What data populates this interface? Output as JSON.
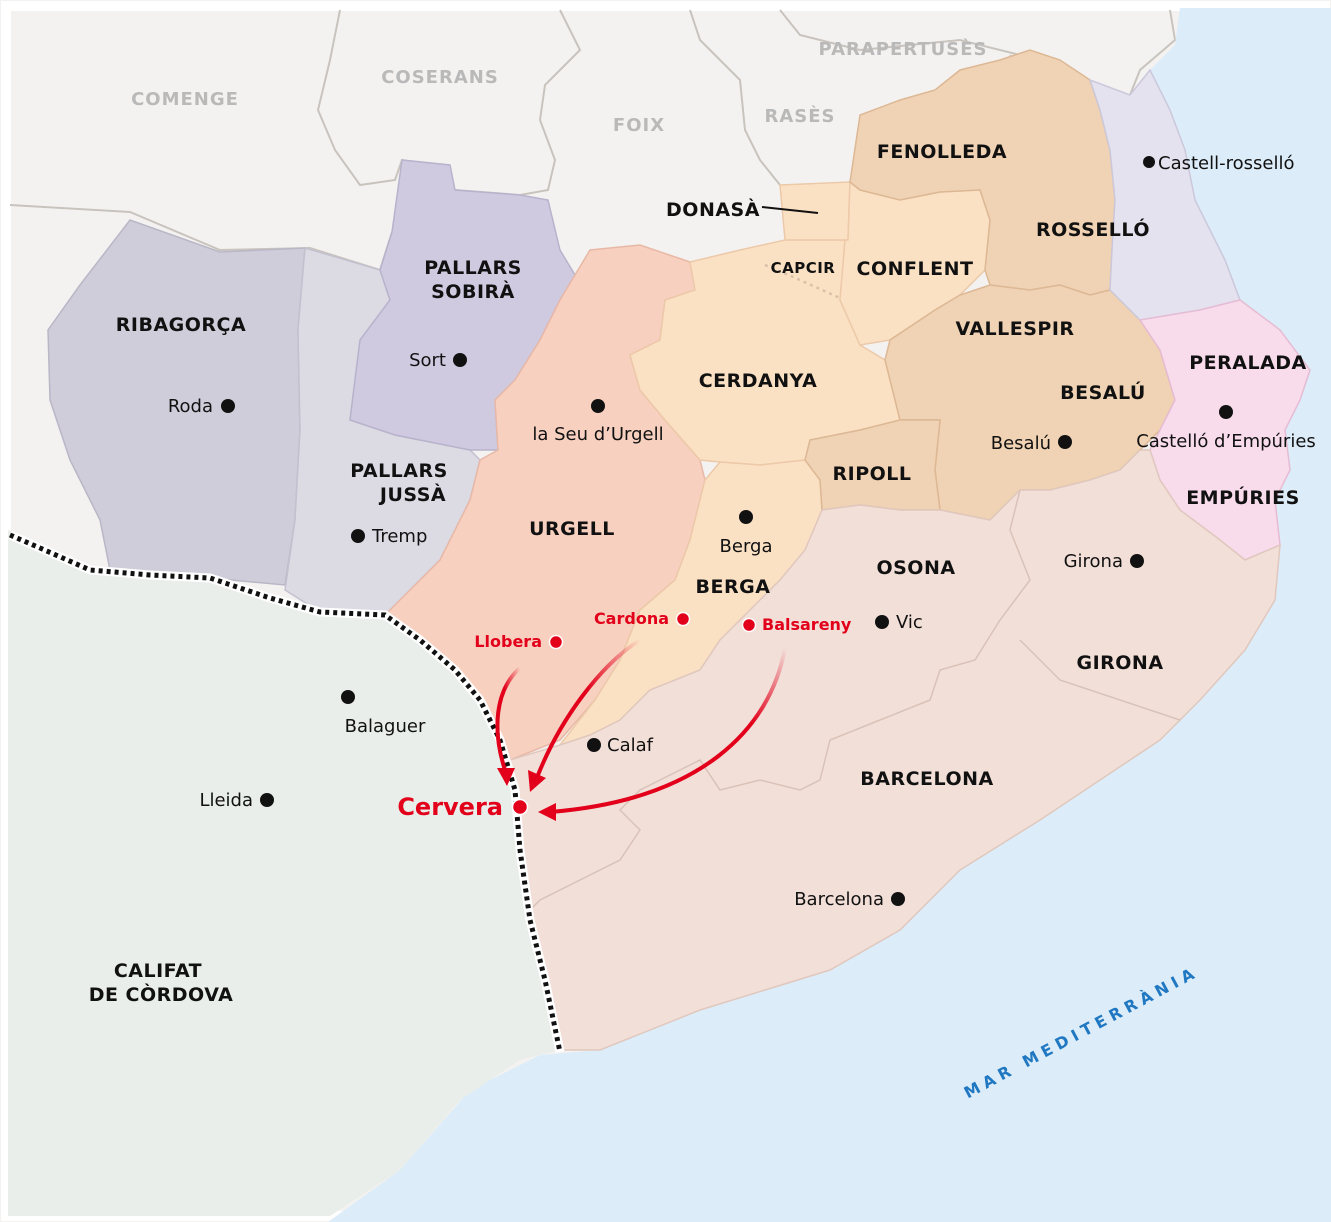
{
  "colors": {
    "sea": "#dcecf8",
    "land_outside": "#f4f2f1",
    "califat": "#e9eeea",
    "ribagorca": "#cfcdd9",
    "pallars_jussa": "#dcdbe4",
    "pallars_sobira": "#cfcae0",
    "urgell": "#f8d0c0",
    "cerdanya": "#fbe1c4",
    "berga": "#fbe1c4",
    "conflent": "#fbe1c4",
    "roussillon_group": "#f0d2b4",
    "empuries": "#f8dcec",
    "castell_rossello": "#e4e2ee",
    "osona_barcelona_girona": "#f2dfd8",
    "frontier": "#111111",
    "accent_red": "#e2001a",
    "sea_text": "#1f78c1"
  },
  "foreign_regions": [
    "COMENGE",
    "COSERANS",
    "FOIX",
    "RASÈS",
    "PARAPERTUSÈS"
  ],
  "regions": {
    "ribagorca": "RIBAGORÇA",
    "pallars_sobira_1": "PALLARS",
    "pallars_sobira_2": "SOBIRÀ",
    "pallars_jussa_1": "PALLARS",
    "pallars_jussa_2": "JUSSÀ",
    "urgell": "URGELL",
    "cerdanya": "CERDANYA",
    "berga": "BERGA",
    "ripoll": "RIPOLL",
    "osona": "OSONA",
    "barcelona": "BARCELONA",
    "girona": "GIRONA",
    "besalu": "BESALÚ",
    "vallespir": "VALLESPIR",
    "conflent": "CONFLENT",
    "capcir": "CAPCIR",
    "donasa": "DONASÀ",
    "fenolleda": "FENOLLEDA",
    "rossello": "ROSSELLÓ",
    "peralada": "PERALADA",
    "empuries": "EMPÚRIES",
    "califat_1": "CALIFAT",
    "califat_2": "DE CÒRDOVA"
  },
  "cities": {
    "roda": "Roda",
    "sort": "Sort",
    "tremp": "Tremp",
    "seu": "la Seu d’Urgell",
    "berga": "Berga",
    "calaf": "Calaf",
    "vic": "Vic",
    "besalu": "Besalú",
    "girona": "Girona",
    "castello": "Castelló d’Empúries",
    "castell_rossello": "Castell-rosselló",
    "barcelona": "Barcelona",
    "balaguer": "Balaguer",
    "lleida": "Lleida"
  },
  "highlighted_places": {
    "cardona": "Cardona",
    "llobera": "Llobera",
    "balsareny": "Balsareny",
    "cervera": "Cervera"
  },
  "sea": "MAR MEDITERRÀNIA"
}
